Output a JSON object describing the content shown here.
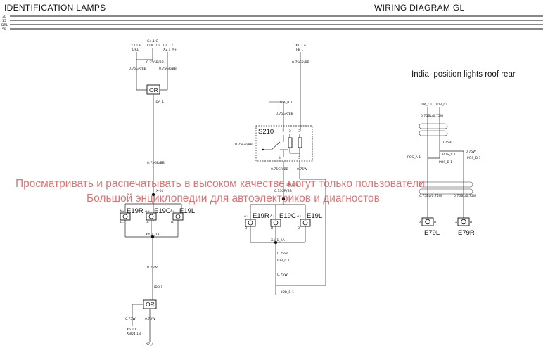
{
  "header": {
    "left_title": "IDENTIFICATION LAMPS",
    "right_title": "WIRING DIAGRAM GL",
    "bus_labels": [
      "30",
      "15",
      "DRL",
      "58"
    ]
  },
  "note": "India, position lights roof rear",
  "watermark": {
    "line1": "Просматривать и распечатывать в высоком качестве могут только пользователи",
    "line2": "Большой энциклопедии для автоэлектриков и диагностов"
  },
  "left": {
    "src1": [
      "X3.1 B",
      "DRL"
    ],
    "src2": [
      "G4.1 C",
      "CLIC 10"
    ],
    "src3": [
      "G4.1 C",
      "X2.1 M+"
    ],
    "wire_top": "0.75GR/BB",
    "wire_a": "0.75GR/BB",
    "wire_b": "0.75GR/BB",
    "or_top": "OR",
    "conn_ida1": "IDA_1",
    "wire_mid": "0.75GR/BB",
    "conn_x01": "X-01",
    "lamps": [
      {
        "name": "E19R",
        "pin_a": "A+",
        "pin_b": "B-"
      },
      {
        "name": "E19C",
        "pin_a": "A+",
        "pin_b": "B-"
      },
      {
        "name": "E19L",
        "pin_a": "A+",
        "pin_b": "B-"
      }
    ],
    "ground_node": "X4_1_2A",
    "wire_low": "0.75W",
    "conn_idb1": "IDB 1",
    "or_bottom": "OR",
    "wire_bw": "0.75W",
    "wire_bw2": "0.75W",
    "bottom_ref": [
      "X6.1 C",
      "X3D4 1B"
    ],
    "bottom_conn": "X7_4"
  },
  "middle": {
    "src": [
      "X1.2 A",
      "FB 1"
    ],
    "wire_top": "0.75GR/BB",
    "conn_ida_b1": "IDA_B 1",
    "wire_s1": "0.75GR/BB",
    "switch": "S210",
    "wire_left": "0.75GR/BB",
    "pins": [
      "1",
      "2",
      "3",
      "4",
      "5"
    ],
    "wire_out1": "0.75GR/BB",
    "wire_out2": "0.75W",
    "conn_idac1": "IDA_C 1",
    "wire_lamp": "0.75GR/BB",
    "lamps": [
      {
        "name": "E19R",
        "pin_a": "A+",
        "pin_b": "B-"
      },
      {
        "name": "E19C",
        "pin_a": "A+",
        "pin_b": "B-"
      },
      {
        "name": "E19L",
        "pin_a": "A+",
        "pin_b": "B-"
      }
    ],
    "ground_node": "X4_1_2A",
    "wire_g1": "0.75W",
    "conn_idbc1": "IDB_C 1",
    "wire_g2": "0.75W",
    "conn_idbb1": "IDB_B 1"
  },
  "right": {
    "conn_l": "IDA_C1",
    "conn_r": "IDB_C1",
    "wire_top": "0.75BL/0.75W",
    "wire_mid": "0.75BL",
    "conn_pos_a": "POS_A 1",
    "conn_pos_c": "POS_C 1",
    "conn_pos_b": "POS_B 1",
    "conn_pos_d": "POS_D 1",
    "wire_r": "0.75W",
    "wire_bot_l": "0.75BL/0.75W",
    "wire_bot_r": "0.75BL/0.75W",
    "lamps": [
      {
        "name": "E79L",
        "pin_a": "A",
        "pin_b": "B"
      },
      {
        "name": "E79R",
        "pin_a": "A",
        "pin_b": "B"
      }
    ]
  }
}
